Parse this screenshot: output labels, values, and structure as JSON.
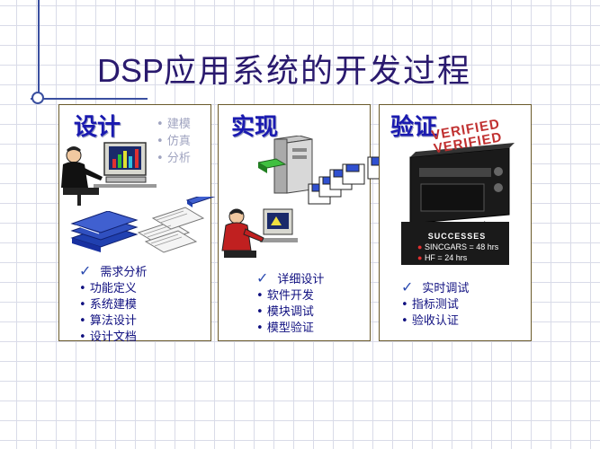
{
  "title": {
    "latin": "DSP",
    "cjk": "应用系统的开发过程"
  },
  "panels": [
    {
      "title": "设计",
      "sub": [
        "建模",
        "仿真",
        "分析"
      ],
      "checked": "需求分析",
      "items": [
        "功能定义",
        "系统建模",
        "算法设计",
        "设计文档"
      ]
    },
    {
      "title": "实现",
      "checked": "详细设计",
      "items": [
        "软件开发",
        "模块调试",
        "模型验证"
      ]
    },
    {
      "title": "验证",
      "stamp": [
        "VERIFIED",
        "VERIFIED"
      ],
      "screen_title": "SUCCESSES",
      "screen_lines": [
        "SINCGARS = 48 hrs",
        "HF = 24 hrs"
      ],
      "checked": "实时调试",
      "items": [
        "指标测试",
        "验收认证"
      ]
    }
  ],
  "colors": {
    "title": "#2a1a6e",
    "panel_title": "#1a1ab0",
    "list_text": "#101080",
    "sub_text": "#a0a4c0",
    "grid": "#d9dbe8"
  },
  "icons": [
    "engineer-at-computer-icon",
    "stacked-books-icon",
    "paper-sheets-icon",
    "server-tower-icon",
    "floppy-disks-icon",
    "programmer-icon",
    "test-instrument-icon",
    "check-icon"
  ]
}
